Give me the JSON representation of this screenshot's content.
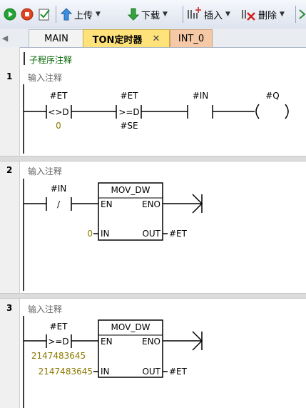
{
  "toolbar": {
    "upload_label": "上传",
    "download_label": "下载",
    "insert_label": "插入",
    "delete_label": "删除"
  },
  "tabs": [
    {
      "label": "MAIN"
    },
    {
      "label": "TON定时器"
    },
    {
      "label": "INT_0"
    }
  ],
  "subroutine_comment": "子程序注释",
  "networks": [
    {
      "number": "1",
      "comment": "输入注释",
      "contacts": [
        {
          "operand": "#ET",
          "op": "<>D",
          "operand2": "0"
        },
        {
          "operand": "#ET",
          "op": ">=D",
          "operand2": "#SE"
        },
        {
          "operand": "#IN",
          "op": ""
        }
      ],
      "coil": {
        "operand": "#Q"
      }
    },
    {
      "number": "2",
      "comment": "输入注释",
      "contact": {
        "operand": "#IN",
        "op": "/"
      },
      "box": {
        "name": "MOV_DW",
        "en": "EN",
        "eno": "ENO",
        "in": "IN",
        "out": "OUT",
        "in_value": "0",
        "out_value": "#ET"
      }
    },
    {
      "number": "3",
      "comment": "输入注释",
      "contact": {
        "operand": "#ET",
        "op": ">=D",
        "operand2": "2147483645"
      },
      "box": {
        "name": "MOV_DW",
        "en": "EN",
        "eno": "ENO",
        "in": "IN",
        "out": "OUT",
        "in_value": "2147483645",
        "out_value": "#ET"
      }
    }
  ],
  "colors": {
    "operand_value": "#8a7a00",
    "subroutine_comment": "#006400",
    "active_tab": "#ffe27a",
    "inactive_tab": "#f6c9a6"
  }
}
